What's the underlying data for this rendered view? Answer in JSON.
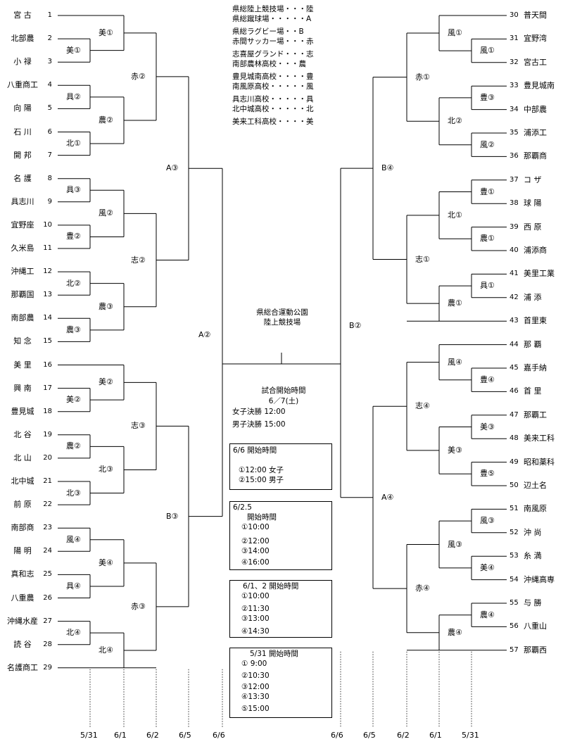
{
  "left_teams": [
    {
      "num": "1",
      "name": "宮 古"
    },
    {
      "num": "2",
      "name": "北部農"
    },
    {
      "num": "3",
      "name": "小 禄"
    },
    {
      "num": "4",
      "name": "八重商工"
    },
    {
      "num": "5",
      "name": "向 陽"
    },
    {
      "num": "6",
      "name": "石 川"
    },
    {
      "num": "7",
      "name": "開 邦"
    },
    {
      "num": "8",
      "name": "名 護"
    },
    {
      "num": "9",
      "name": "具志川"
    },
    {
      "num": "10",
      "name": "宜野座"
    },
    {
      "num": "11",
      "name": "久米島"
    },
    {
      "num": "12",
      "name": "沖縄工"
    },
    {
      "num": "13",
      "name": "那覇国"
    },
    {
      "num": "14",
      "name": "南部農"
    },
    {
      "num": "15",
      "name": "知 念"
    },
    {
      "num": "16",
      "name": "美 里"
    },
    {
      "num": "17",
      "name": "興 南"
    },
    {
      "num": "18",
      "name": "豊見城"
    },
    {
      "num": "19",
      "name": "北 谷"
    },
    {
      "num": "20",
      "name": "北 山"
    },
    {
      "num": "21",
      "name": "北中城"
    },
    {
      "num": "22",
      "name": "前 原"
    },
    {
      "num": "23",
      "name": "南部商"
    },
    {
      "num": "24",
      "name": "陽 明"
    },
    {
      "num": "25",
      "name": "真和志"
    },
    {
      "num": "26",
      "name": "八重農"
    },
    {
      "num": "27",
      "name": "沖縄水産"
    },
    {
      "num": "28",
      "name": "読 谷"
    },
    {
      "num": "29",
      "name": "名護商工"
    }
  ],
  "right_teams": [
    {
      "num": "30",
      "name": "普天間"
    },
    {
      "num": "31",
      "name": "宜野湾"
    },
    {
      "num": "32",
      "name": "宮古工"
    },
    {
      "num": "33",
      "name": "豊見城南"
    },
    {
      "num": "34",
      "name": "中部農"
    },
    {
      "num": "35",
      "name": "浦添工"
    },
    {
      "num": "36",
      "name": "那覇商"
    },
    {
      "num": "37",
      "name": "コ ザ"
    },
    {
      "num": "38",
      "name": "球 陽"
    },
    {
      "num": "39",
      "name": "西 原"
    },
    {
      "num": "40",
      "name": "浦添商"
    },
    {
      "num": "41",
      "name": "美里工業"
    },
    {
      "num": "42",
      "name": "浦 添"
    },
    {
      "num": "43",
      "name": "首里東"
    },
    {
      "num": "44",
      "name": "那 覇"
    },
    {
      "num": "45",
      "name": "嘉手納"
    },
    {
      "num": "46",
      "name": "首 里"
    },
    {
      "num": "47",
      "name": "那覇工"
    },
    {
      "num": "48",
      "name": "美来工科"
    },
    {
      "num": "49",
      "name": "昭和薬科"
    },
    {
      "num": "50",
      "name": "辺土名"
    },
    {
      "num": "51",
      "name": "南風原"
    },
    {
      "num": "52",
      "name": "沖 尚"
    },
    {
      "num": "53",
      "name": "糸 満"
    },
    {
      "num": "54",
      "name": "沖縄高専"
    },
    {
      "num": "55",
      "name": "与 勝"
    },
    {
      "num": "56",
      "name": "八重山"
    },
    {
      "num": "57",
      "name": "那覇西"
    }
  ],
  "match_labels": {
    "l_r1_2_3": "美①",
    "l_r1_4_5": "具②",
    "l_r1_6_7": "北①",
    "l_r1_8_9": "具③",
    "l_r1_10_11": "豊②",
    "l_r1_12_13": "北②",
    "l_r1_14_15": "農③",
    "l_r1_17_18": "美②",
    "l_r1_19_20": "農②",
    "l_r1_21_22": "北③",
    "l_r1_23_24": "風④",
    "l_r1_25_26": "具④",
    "l_r1_27_28": "北④",
    "l_r2_a": "美①",
    "l_r2_b": "農②",
    "l_r2_c": "風②",
    "l_r2_d": "農③",
    "l_r2_e": "美②",
    "l_r2_f": "北③",
    "l_r2_g": "美④",
    "l_r2_h": "北④",
    "l_r3_a": "赤②",
    "l_r3_b": "志②",
    "l_r3_c": "志③",
    "l_r3_d": "赤③",
    "l_r4_a": "A③",
    "l_r4_b": "B③",
    "l_r5": "A②",
    "r_r1_31_32": "風①",
    "r_r1_33_34": "豊③",
    "r_r1_35_36": "風②",
    "r_r1_37_38": "豊①",
    "r_r1_39_40": "農①",
    "r_r1_41_42": "具①",
    "r_r1_45_46": "豊④",
    "r_r1_47_48": "美③",
    "r_r1_49_50": "豊⑤",
    "r_r1_51_52": "風③",
    "r_r1_53_54": "美④",
    "r_r1_55_56": "農④",
    "r_r2_a": "風①",
    "r_r2_b": "北②",
    "r_r2_c": "北①",
    "r_r2_d": "農①",
    "r_r2_e": "風④",
    "r_r2_f": "美③",
    "r_r2_g": "風③",
    "r_r2_h": "農④",
    "r_r3_a": "赤①",
    "r_r3_b": "志①",
    "r_r3_c": "志④",
    "r_r3_d": "赤④",
    "r_r4_a": "B④",
    "r_r4_b": "A④",
    "r_r5": "B②"
  },
  "legend": [
    "県総陸上競技場・・・陸",
    "県総蹴球場・・・・・A",
    "県総ラグビー場・・B",
    "赤間サッカー場・・・赤",
    "志喜屋グランド・・・志",
    "南部農林高校・・・農",
    "豊見城南高校・・・・豊",
    "南風原高校・・・・・風",
    "具志川高校・・・・・具",
    "北中城高校・・・・・北",
    "美来工科高校・・・・美"
  ],
  "venue": {
    "line1": "県総合運動公園",
    "line2": "陸上競技場"
  },
  "start_times": {
    "title": "試合開始時間",
    "date": "6／7(土)",
    "women": "女子決勝 12:00",
    "men": "男子決勝 15:00"
  },
  "schedule_boxes": [
    {
      "title": "6/6 開始時間",
      "lines": [
        "①12:00 女子",
        "②15:00 男子"
      ]
    },
    {
      "title": "6/2.5",
      "subtitle": "開始時間",
      "lines": [
        "①10:00",
        "②12:00",
        "③14:00",
        "④16:00"
      ]
    },
    {
      "title": "6/1、2 開始時間",
      "lines": [
        "①10:00",
        "②11:30",
        "③13:00",
        "④14:30"
      ]
    },
    {
      "title": "5/31 開始時間",
      "lines": [
        "① 9:00",
        "②10:30",
        "③12:00",
        "④13:30",
        "⑤15:00"
      ]
    }
  ],
  "dates_left": [
    "5/31",
    "6/1",
    "6/2",
    "6/5",
    "6/6"
  ],
  "dates_right": [
    "6/6",
    "6/5",
    "6/2",
    "6/1",
    "5/31"
  ]
}
